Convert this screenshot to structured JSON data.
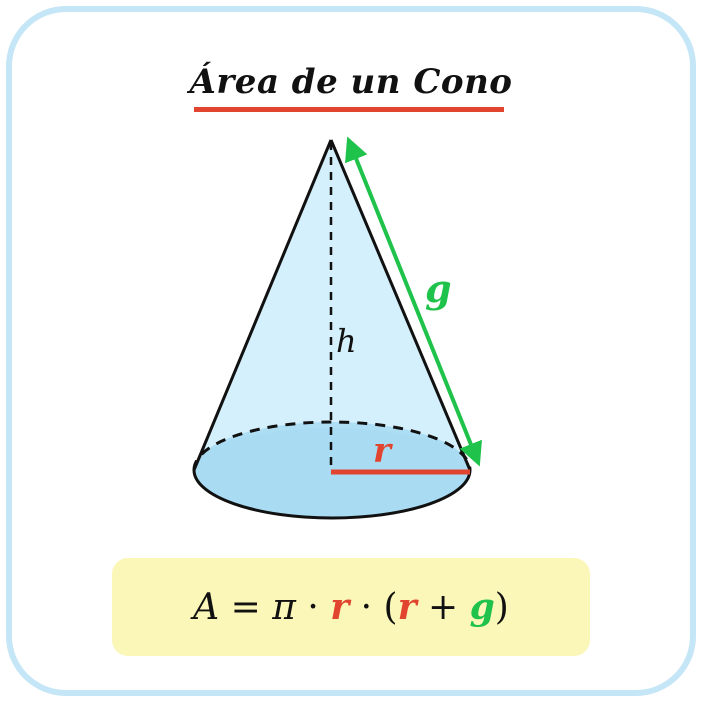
{
  "title": "Área de un Cono",
  "labels": {
    "height": "h",
    "slant": "g",
    "radius": "r"
  },
  "formula": {
    "lhs": "A",
    "equals": " = ",
    "pi": "π",
    "dot1": " · ",
    "r1": "r",
    "dot2": " · (",
    "r2": "r",
    "plus": " + ",
    "g": "g",
    "close": ")"
  },
  "colors": {
    "frame": "#c5e6f7",
    "cone_fill": "#d4f0fc",
    "base_fill": "#a9dcf3",
    "radius": "#e2452f",
    "slant": "#1fc24a",
    "formula_bg": "#fbf7b8",
    "title_underline": "#e2452f"
  }
}
